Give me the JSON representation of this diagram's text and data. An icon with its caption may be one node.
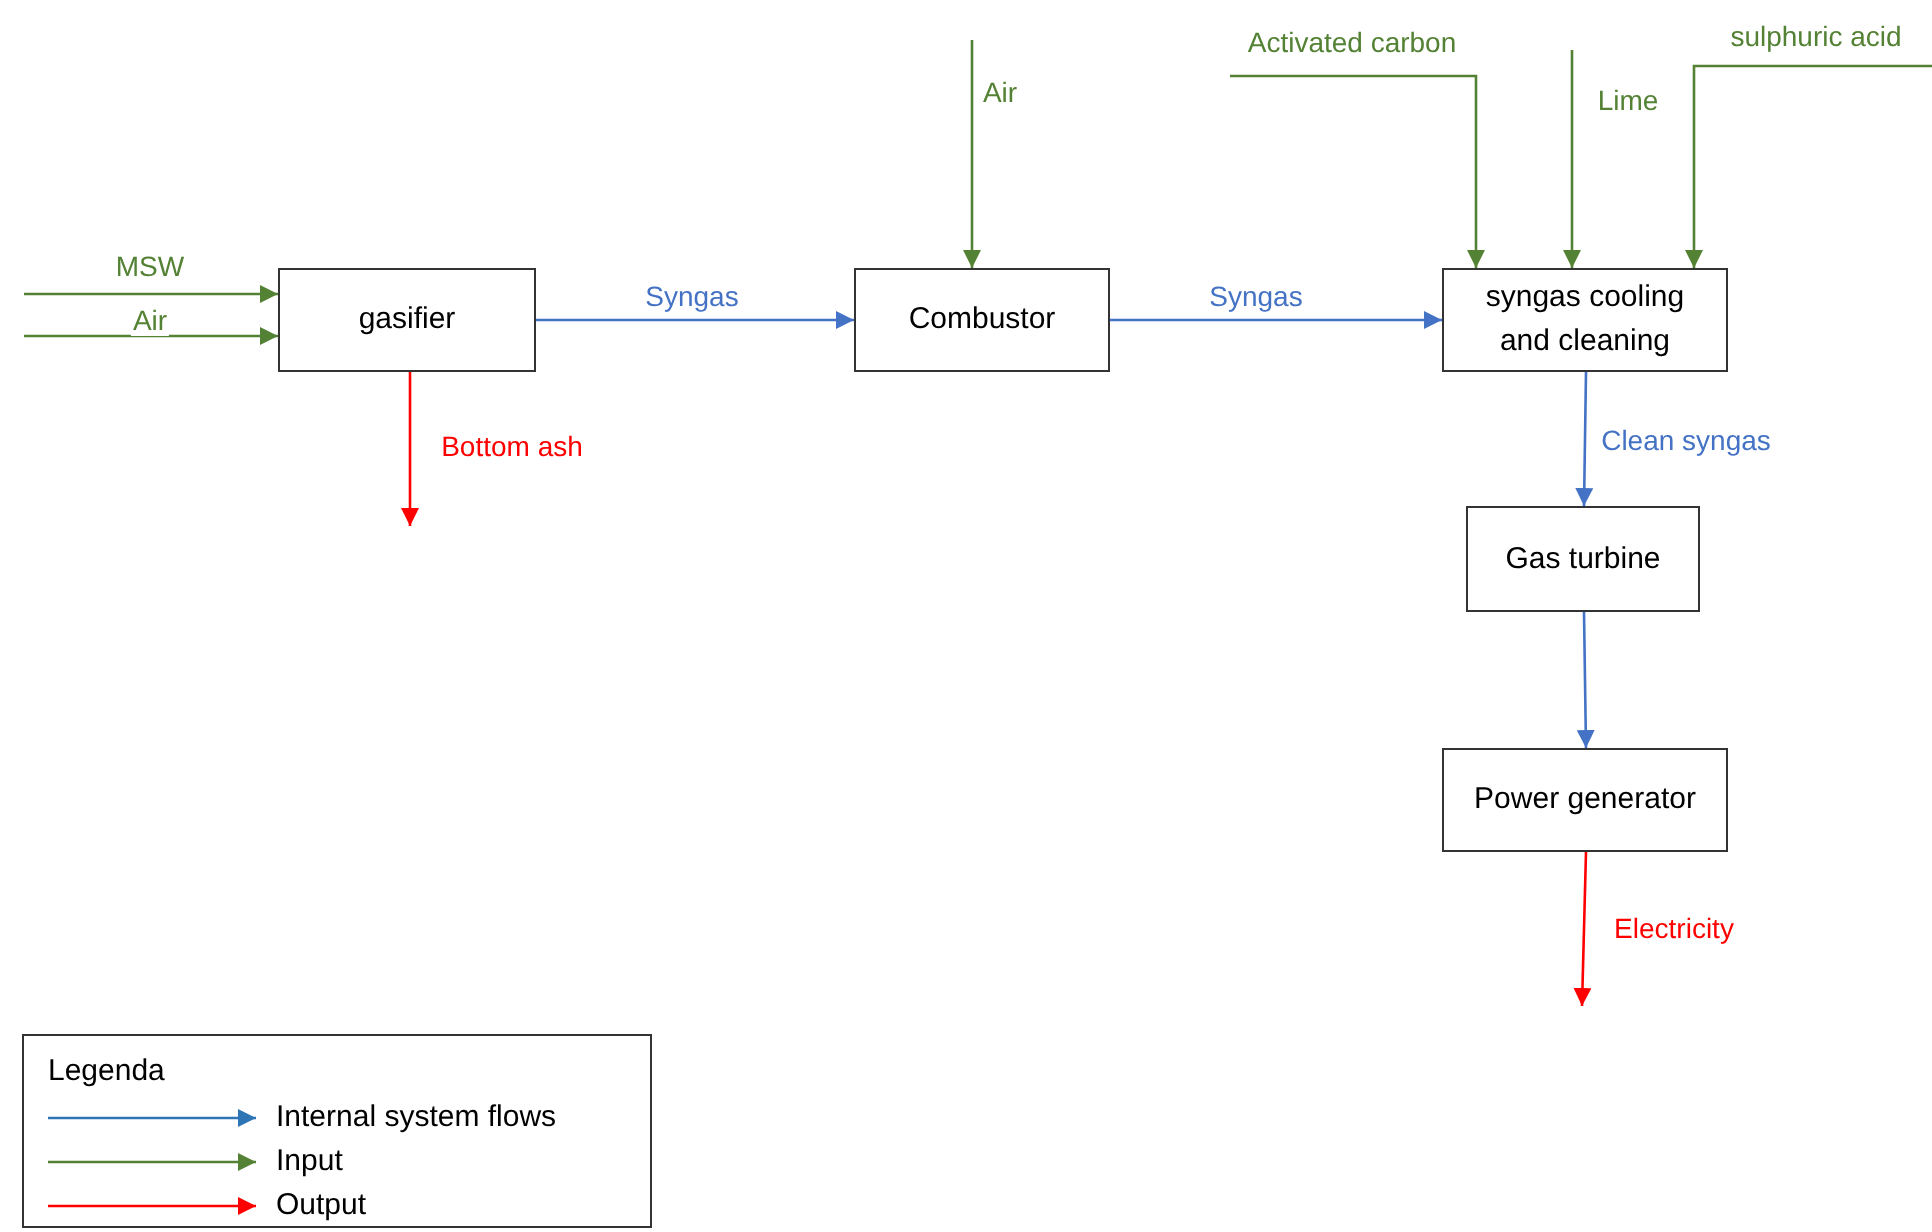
{
  "diagram": {
    "nodes": [
      {
        "text": [
          "gasifier"
        ]
      },
      {
        "text": [
          "Combustor"
        ]
      },
      {
        "text": [
          "syngas cooling and cleaning"
        ]
      },
      {
        "text": [
          "Gas turbine"
        ]
      },
      {
        "text": [
          "Power generator"
        ]
      }
    ],
    "edges": [
      {
        "from": null,
        "to": 0,
        "arrow": "to",
        "label": "MSW",
        "color": "#548235"
      },
      {
        "from": null,
        "to": 0,
        "arrow": "to",
        "label": "Air",
        "color": "#548235"
      },
      {
        "from": 0,
        "to": 1,
        "arrow": "to",
        "label": "Syngas",
        "color": "#4472c4"
      },
      {
        "from": null,
        "to": 1,
        "arrow": "to",
        "label": "Air",
        "color": "#548235"
      },
      {
        "from": 1,
        "to": 2,
        "arrow": "to",
        "label": "Syngas",
        "color": "#4472c4"
      },
      {
        "from": null,
        "to": 2,
        "arrow": "to",
        "label": "Activated carbon",
        "color": "#548235"
      },
      {
        "from": null,
        "to": 2,
        "arrow": "to",
        "label": "Lime",
        "color": "#548235"
      },
      {
        "from": null,
        "to": 2,
        "arrow": "to",
        "label": "sulphuric acid",
        "color": "#548235"
      },
      {
        "from": 2,
        "to": 3,
        "arrow": "to",
        "label": "Clean syngas",
        "color": "#4472c4"
      },
      {
        "from": 3,
        "to": 4,
        "arrow": "to",
        "color": "#4472c4"
      },
      {
        "from": 0,
        "to": null,
        "arrow": "to",
        "label": "Bottom ash",
        "color": "#ff0000"
      },
      {
        "from": 4,
        "to": null,
        "arrow": "to",
        "label": "Electricity",
        "color": "#ff0000"
      }
    ],
    "labels": [
      "Legenda"
    ],
    "legend": [
      {
        "text": "Internal system flows"
      },
      {
        "text": "Input"
      },
      {
        "text": "Output"
      }
    ]
  }
}
